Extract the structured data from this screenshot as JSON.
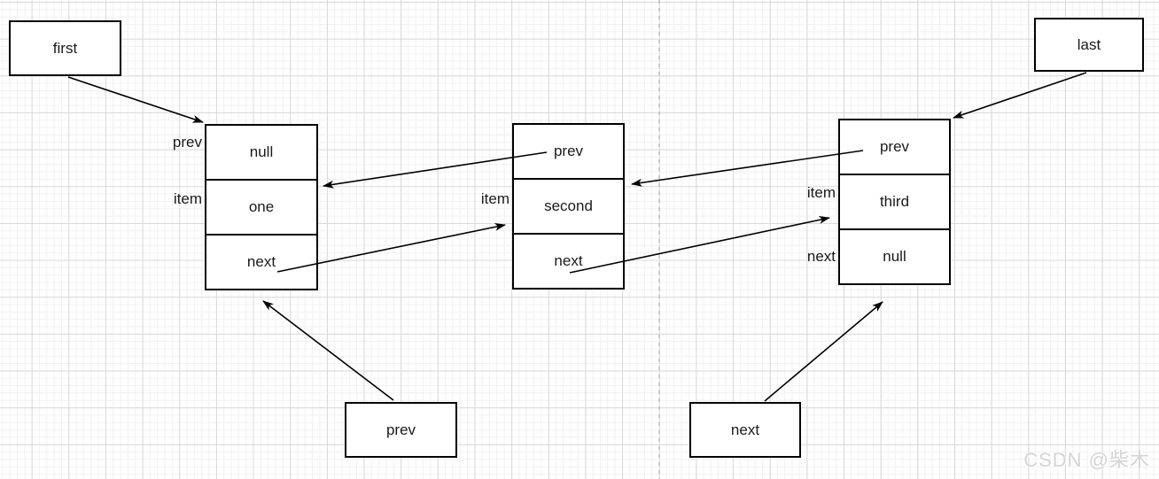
{
  "title": "doubly linked list diagram",
  "boxes": {
    "first": "first",
    "last": "last",
    "prev_ref": "prev",
    "next_ref": "next"
  },
  "nodes": [
    {
      "name": "node-one",
      "outer_labels": {
        "prev": "prev",
        "item": "item"
      },
      "cells": [
        "null",
        "one",
        "next"
      ]
    },
    {
      "name": "node-second",
      "outer_labels": {
        "item": "item"
      },
      "cells": [
        "prev",
        "second",
        "next"
      ]
    },
    {
      "name": "node-third",
      "outer_labels": {
        "item": "item",
        "next": "next"
      },
      "cells": [
        "prev",
        "third",
        "null"
      ]
    }
  ],
  "connections": [
    {
      "from": "first-box",
      "to": "node-one-top-left"
    },
    {
      "from": "last-box",
      "to": "node-third-top-right"
    },
    {
      "from": "node-second-prev-cell",
      "to": "node-one-right-edge"
    },
    {
      "from": "node-one-next-cell",
      "to": "node-second-left-edge"
    },
    {
      "from": "node-third-prev-cell",
      "to": "node-second-right-edge"
    },
    {
      "from": "node-second-next-cell",
      "to": "node-third-left-edge"
    },
    {
      "from": "prev-ref-box",
      "to": "node-one-bottom"
    },
    {
      "from": "next-ref-box",
      "to": "node-third-bottom"
    }
  ],
  "watermark": {
    "text": "CSDN @柴木"
  },
  "colors": {
    "line": "#000000",
    "box_border": "#000000",
    "dashed_divider": "#b5b5b5",
    "grid_major": "#d9d9d9",
    "grid_minor": "#f1f1f1",
    "watermark": "#d4d4d4"
  }
}
